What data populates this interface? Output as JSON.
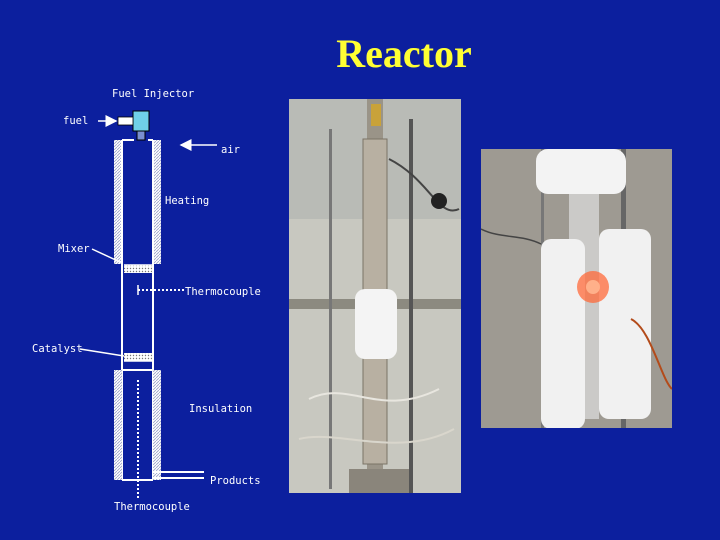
{
  "title": "Reactor",
  "labels": {
    "fuel_injector": "Fuel Injector",
    "fuel": "fuel",
    "air": "air",
    "heating": "Heating",
    "mixer": "Mixer",
    "thermocouple_mid": "Thermocouple",
    "catalyst": "Catalyst",
    "insulation": "Insulation",
    "products": "Products",
    "thermocouple_bottom": "Thermocouple"
  },
  "colors": {
    "background": "#0c1f9e",
    "title": "#ffff33",
    "labels": "#ffffff",
    "glow": "#ff6a3a"
  }
}
